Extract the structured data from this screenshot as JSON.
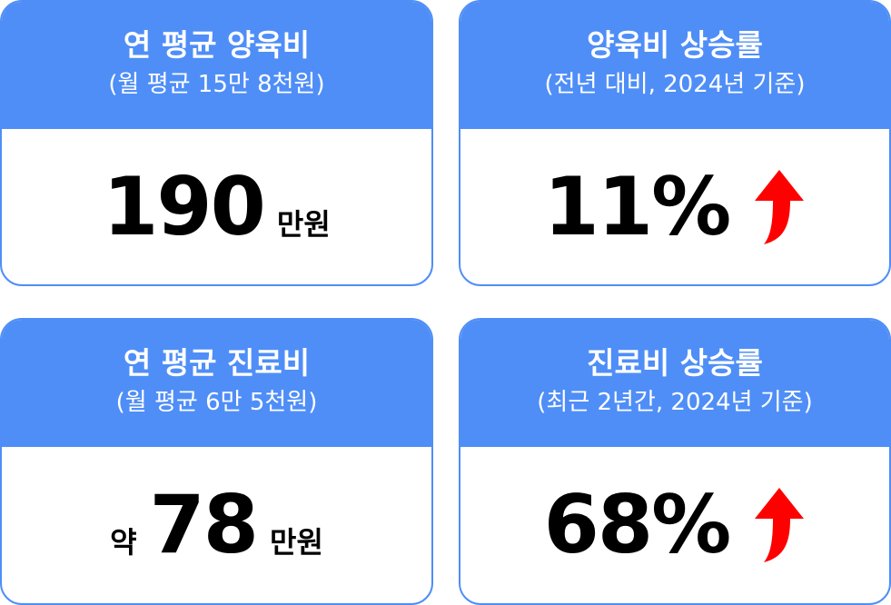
{
  "cards": [
    {
      "title": "연 평균 양육비",
      "subtitle": "(월 평균 15만 8천원)",
      "value": "190",
      "unit": "만원"
    },
    {
      "title": "양육비 상승률",
      "subtitle": "(전년 대비, 2024년 기준)",
      "value": "11%",
      "trend_icon": "arrow-up-icon",
      "trend_color": "#ff0000"
    },
    {
      "title": "연 평균 진료비",
      "subtitle": "(월 평균 6만 5천원)",
      "prefix": "약",
      "value": "78",
      "unit": "만원"
    },
    {
      "title": "진료비 상승률",
      "subtitle": "(최근 2년간, 2024년 기준)",
      "value": "68%",
      "trend_icon": "arrow-up-icon",
      "trend_color": "#ff0000"
    }
  ],
  "colors": {
    "accent": "#4f8ef7",
    "header_text": "#ffffff",
    "value_text": "#000000"
  }
}
